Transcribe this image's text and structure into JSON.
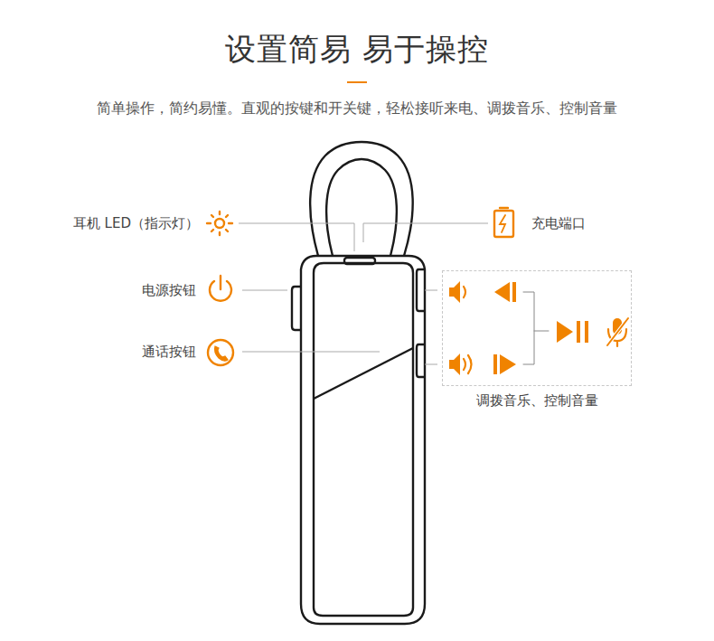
{
  "diagram": {
    "title": "设置简易 易于操控",
    "nodes": [
      {
        "text": [
          "调拨音乐、控制音量"
        ]
      }
    ],
    "edges": [],
    "labels": [
      "简单操作，简约易懂。直观的按键和开关键，轻松接听来电、调拨音乐、控制音量",
      "耳机 LED（指示灯）",
      "电源按钮",
      "通话按钮",
      "充电端口"
    ]
  }
}
